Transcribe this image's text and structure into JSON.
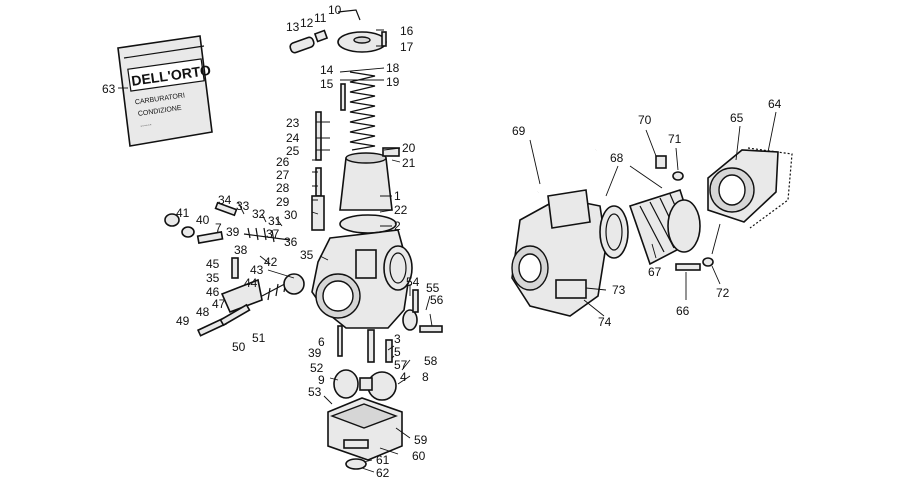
{
  "bag": {
    "brand": "DELL'ORTO",
    "line1": "CARBURATORI",
    "line2": "CONDIZIONE",
    "line3": "......"
  },
  "labels": [
    {
      "id": "10",
      "text": "10"
    },
    {
      "id": "11",
      "text": "11"
    },
    {
      "id": "12",
      "text": "12"
    },
    {
      "id": "13",
      "text": "13"
    },
    {
      "id": "16",
      "text": "16"
    },
    {
      "id": "17",
      "text": "17"
    },
    {
      "id": "18",
      "text": "18"
    },
    {
      "id": "19",
      "text": "19"
    },
    {
      "id": "14",
      "text": "14"
    },
    {
      "id": "15",
      "text": "15"
    },
    {
      "id": "63",
      "text": "63"
    },
    {
      "id": "23",
      "text": "23"
    },
    {
      "id": "24",
      "text": "24"
    },
    {
      "id": "25",
      "text": "25"
    },
    {
      "id": "20",
      "text": "20"
    },
    {
      "id": "21",
      "text": "21"
    },
    {
      "id": "26",
      "text": "26"
    },
    {
      "id": "27",
      "text": "27"
    },
    {
      "id": "28",
      "text": "28"
    },
    {
      "id": "1",
      "text": "1"
    },
    {
      "id": "29",
      "text": "29"
    },
    {
      "id": "22",
      "text": "22"
    },
    {
      "id": "34",
      "text": "34"
    },
    {
      "id": "33",
      "text": "33"
    },
    {
      "id": "32",
      "text": "32"
    },
    {
      "id": "31",
      "text": "31"
    },
    {
      "id": "30",
      "text": "30"
    },
    {
      "id": "2",
      "text": "2"
    },
    {
      "id": "41",
      "text": "41"
    },
    {
      "id": "40",
      "text": "40"
    },
    {
      "id": "7",
      "text": "7"
    },
    {
      "id": "39a",
      "text": "39"
    },
    {
      "id": "37",
      "text": "37"
    },
    {
      "id": "36",
      "text": "36"
    },
    {
      "id": "38",
      "text": "38"
    },
    {
      "id": "35a",
      "text": "35"
    },
    {
      "id": "42",
      "text": "42"
    },
    {
      "id": "45",
      "text": "45"
    },
    {
      "id": "43",
      "text": "43"
    },
    {
      "id": "44",
      "text": "44"
    },
    {
      "id": "35b",
      "text": "35"
    },
    {
      "id": "46",
      "text": "46"
    },
    {
      "id": "54",
      "text": "54"
    },
    {
      "id": "55",
      "text": "55"
    },
    {
      "id": "56",
      "text": "56"
    },
    {
      "id": "47",
      "text": "47"
    },
    {
      "id": "48",
      "text": "48"
    },
    {
      "id": "49",
      "text": "49"
    },
    {
      "id": "50",
      "text": "50"
    },
    {
      "id": "51",
      "text": "51"
    },
    {
      "id": "6",
      "text": "6"
    },
    {
      "id": "3",
      "text": "3"
    },
    {
      "id": "39b",
      "text": "39"
    },
    {
      "id": "5",
      "text": "5"
    },
    {
      "id": "58",
      "text": "58"
    },
    {
      "id": "52",
      "text": "52"
    },
    {
      "id": "57",
      "text": "57"
    },
    {
      "id": "4",
      "text": "4"
    },
    {
      "id": "9",
      "text": "9"
    },
    {
      "id": "8",
      "text": "8"
    },
    {
      "id": "53",
      "text": "53"
    },
    {
      "id": "59",
      "text": "59"
    },
    {
      "id": "60",
      "text": "60"
    },
    {
      "id": "61",
      "text": "61"
    },
    {
      "id": "62",
      "text": "62"
    },
    {
      "id": "69",
      "text": "69"
    },
    {
      "id": "70",
      "text": "70"
    },
    {
      "id": "71",
      "text": "71"
    },
    {
      "id": "65",
      "text": "65"
    },
    {
      "id": "64",
      "text": "64"
    },
    {
      "id": "68",
      "text": "68"
    },
    {
      "id": "73",
      "text": "73"
    },
    {
      "id": "74",
      "text": "74"
    },
    {
      "id": "67",
      "text": "67"
    },
    {
      "id": "66",
      "text": "66"
    },
    {
      "id": "72",
      "text": "72"
    }
  ]
}
